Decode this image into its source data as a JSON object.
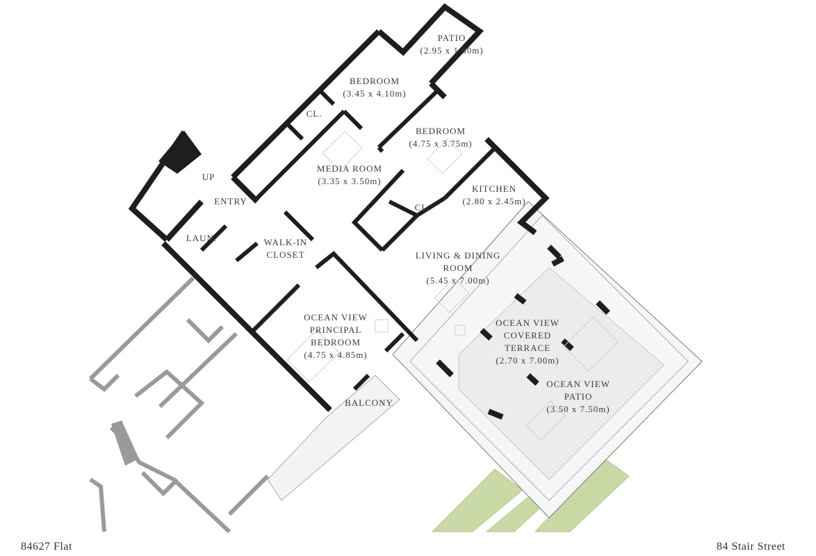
{
  "labels": {
    "patio": [
      "PATIO",
      "(2.95 x 1.80m)"
    ],
    "bedroom_top": [
      "BEDROOM",
      "(3.45 x 4.10m)"
    ],
    "bedroom_mid": [
      "BEDROOM",
      "(4.75 x 3.75m)"
    ],
    "closet_a": [
      "CL."
    ],
    "media": [
      "MEDIA ROOM",
      "(3.35 x 3.50m)"
    ],
    "up": [
      "UP"
    ],
    "entry": [
      "ENTRY"
    ],
    "kitchen": [
      "KITCHEN",
      "(2.80 x 2.45m)"
    ],
    "closet_b": [
      "CL."
    ],
    "laundry": [
      "LAUN."
    ],
    "walkin": [
      "WALK-IN",
      "CLOSET"
    ],
    "living": [
      "LIVING & DINING",
      "ROOM",
      "(5.45 x 7.00m)"
    ],
    "terrace": [
      "OCEAN VIEW",
      "COVERED",
      "TERRACE",
      "(2.70 x 7.00m)"
    ],
    "principal": [
      "OCEAN VIEW",
      "PRINCIPAL",
      "BEDROOM",
      "(4.75 x 4.85m)"
    ],
    "ocean_patio": [
      "OCEAN VIEW",
      "PATIO",
      "(3.50 x 7.50m)"
    ],
    "balcony": [
      "BALCONY"
    ]
  },
  "footer": {
    "left": "84627 Flat",
    "right": "84 Stair Street"
  },
  "colors": {
    "wall": "#1e1e1e",
    "neighbor_wall": "#9a9a9a",
    "terrace_fill": "#ececec",
    "lawn": "#c9d9a6"
  }
}
